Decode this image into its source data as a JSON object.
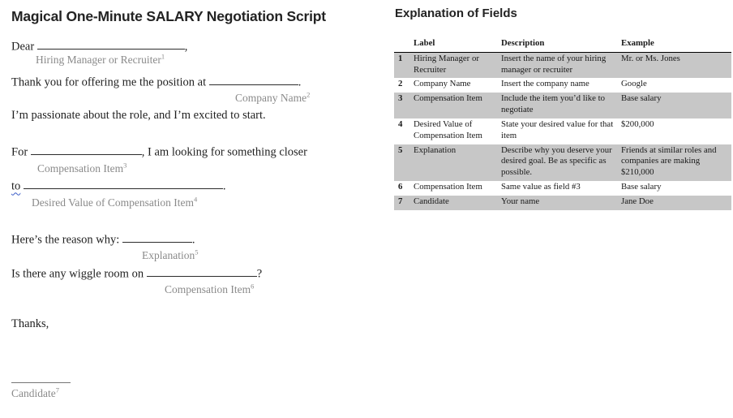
{
  "title": "Magical One-Minute SALARY Negotiation Script",
  "script": {
    "dear": {
      "prefix": "Dear",
      "suffix": ","
    },
    "field1": {
      "label": "Hiring Manager or Recruiter",
      "sup": "1"
    },
    "thank": {
      "prefix": "Thank you for offering me the position at",
      "suffix": "."
    },
    "field2": {
      "label": "Company Name",
      "sup": "2"
    },
    "passion": "I’m passionate about the role, and I’m excited to start.",
    "for": {
      "prefix": "For",
      "suffix": ", I am looking for something closer"
    },
    "field3": {
      "label": "Compensation Item",
      "sup": "3"
    },
    "to": {
      "prefix": "to",
      "suffix": "."
    },
    "field4": {
      "label": "Desired Value of Compensation Item",
      "sup": "4"
    },
    "reason": {
      "prefix": "Here’s the reason why:",
      "suffix": "."
    },
    "field5": {
      "label": "Explanation",
      "sup": "5"
    },
    "wiggle": {
      "prefix": "Is there any wiggle room on",
      "suffix": "?"
    },
    "field6": {
      "label": "Compensation Item",
      "sup": "6"
    },
    "thanks": "Thanks,",
    "field7": {
      "label": "Candidate",
      "sup": "7"
    }
  },
  "explanation": {
    "heading": "Explanation of Fields",
    "columns": [
      "Label",
      "Description",
      "Example"
    ],
    "rows": [
      {
        "num": "1",
        "label": "Hiring Manager or Recruiter",
        "description": "Insert the name of your hiring manager or recruiter",
        "example": "Mr. or Ms. Jones",
        "shaded": true
      },
      {
        "num": "2",
        "label": "Company Name",
        "description": "Insert the company name",
        "example": "Google",
        "shaded": false
      },
      {
        "num": "3",
        "label": "Compensation Item",
        "description": "Include the item you’d like to negotiate",
        "example": "Base salary",
        "shaded": true
      },
      {
        "num": "4",
        "label": "Desired Value of Compensation Item",
        "description": "State your desired value for that item",
        "example": "$200,000",
        "shaded": false
      },
      {
        "num": "5",
        "label": "Explanation",
        "description": "Describe why you deserve your desired goal. Be as specific as possible.",
        "example": "Friends at similar roles and companies are making $210,000",
        "shaded": true
      },
      {
        "num": "6",
        "label": "Compensation Item",
        "description": "Same value as field #3",
        "example": "Base salary",
        "shaded": false
      },
      {
        "num": "7",
        "label": "Candidate",
        "description": "Your name",
        "example": "Jane Doe",
        "shaded": true
      }
    ]
  },
  "colors": {
    "text": "#1f1f1f",
    "label_gray": "#8a8a8a",
    "row_shade": "#c7c7c7",
    "squiggle_blue": "#3a5bc7"
  }
}
